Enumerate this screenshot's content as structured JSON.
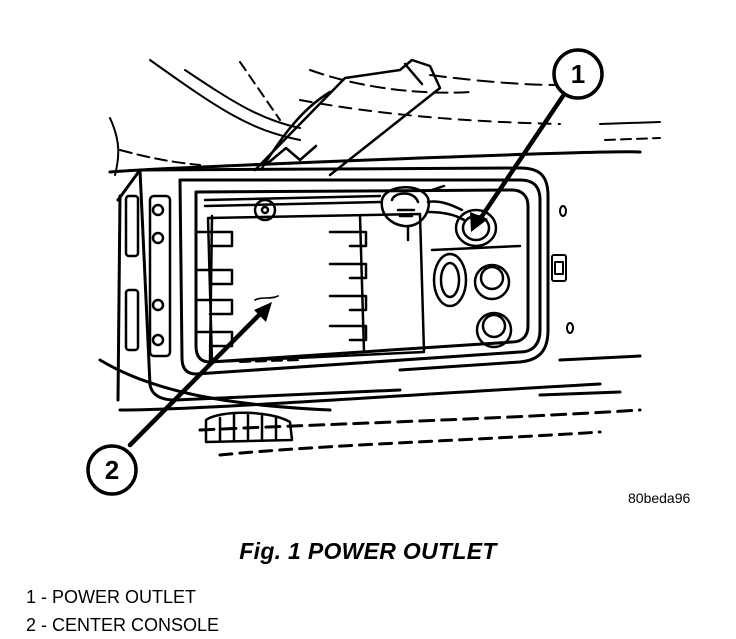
{
  "figure": {
    "title": "Fig. 1 POWER OUTLET",
    "image_code": "80beda96"
  },
  "callouts": [
    {
      "number": "1",
      "target": "power-outlet"
    },
    {
      "number": "2",
      "target": "center-console"
    }
  ],
  "legend": [
    {
      "label": "1 - POWER OUTLET"
    },
    {
      "label": "2 - CENTER CONSOLE"
    }
  ]
}
